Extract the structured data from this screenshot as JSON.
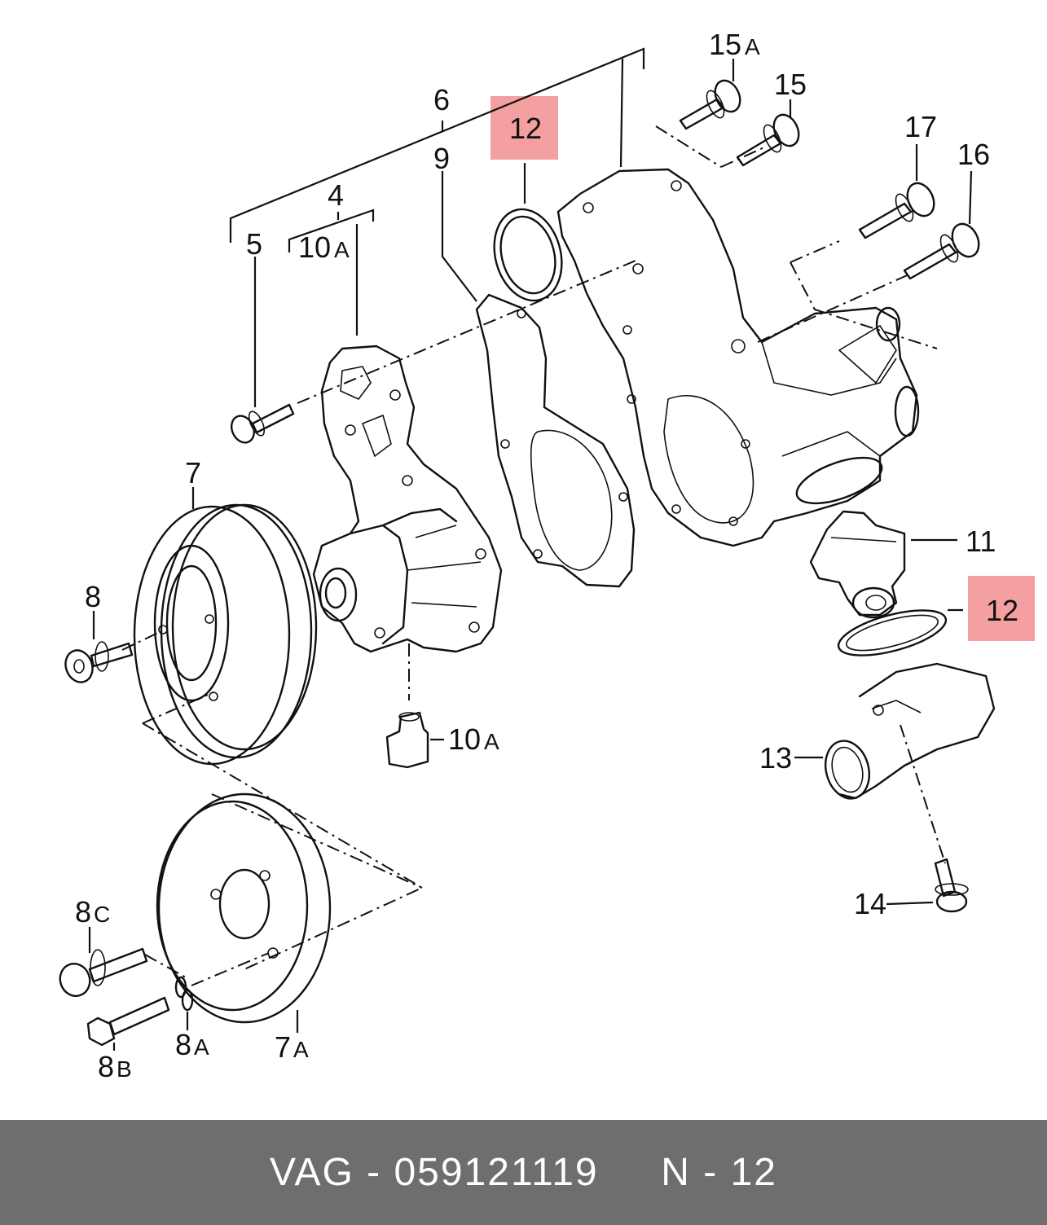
{
  "labels": {
    "l4": "4",
    "l5": "5",
    "l6": "6",
    "l7": "7",
    "l7a": "7",
    "l7a_suffix": "A",
    "l8": "8",
    "l8a": "8",
    "l8a_suffix": "A",
    "l8b": "8",
    "l8b_suffix": "B",
    "l8c": "8",
    "l8c_suffix": "C",
    "l9": "9",
    "l10a_top": "10",
    "l10a_top_suffix": "A",
    "l10a_bottom": "10",
    "l10a_bottom_suffix": "A",
    "l11": "11",
    "l12_top": "12",
    "l12_right": "12",
    "l13": "13",
    "l14": "14",
    "l15": "15",
    "l15a": "15",
    "l15a_suffix": "A",
    "l16": "16",
    "l17": "17"
  },
  "highlight_color": "#f4a0a0",
  "footer": {
    "text": "VAG - 059121119     N - 12"
  }
}
